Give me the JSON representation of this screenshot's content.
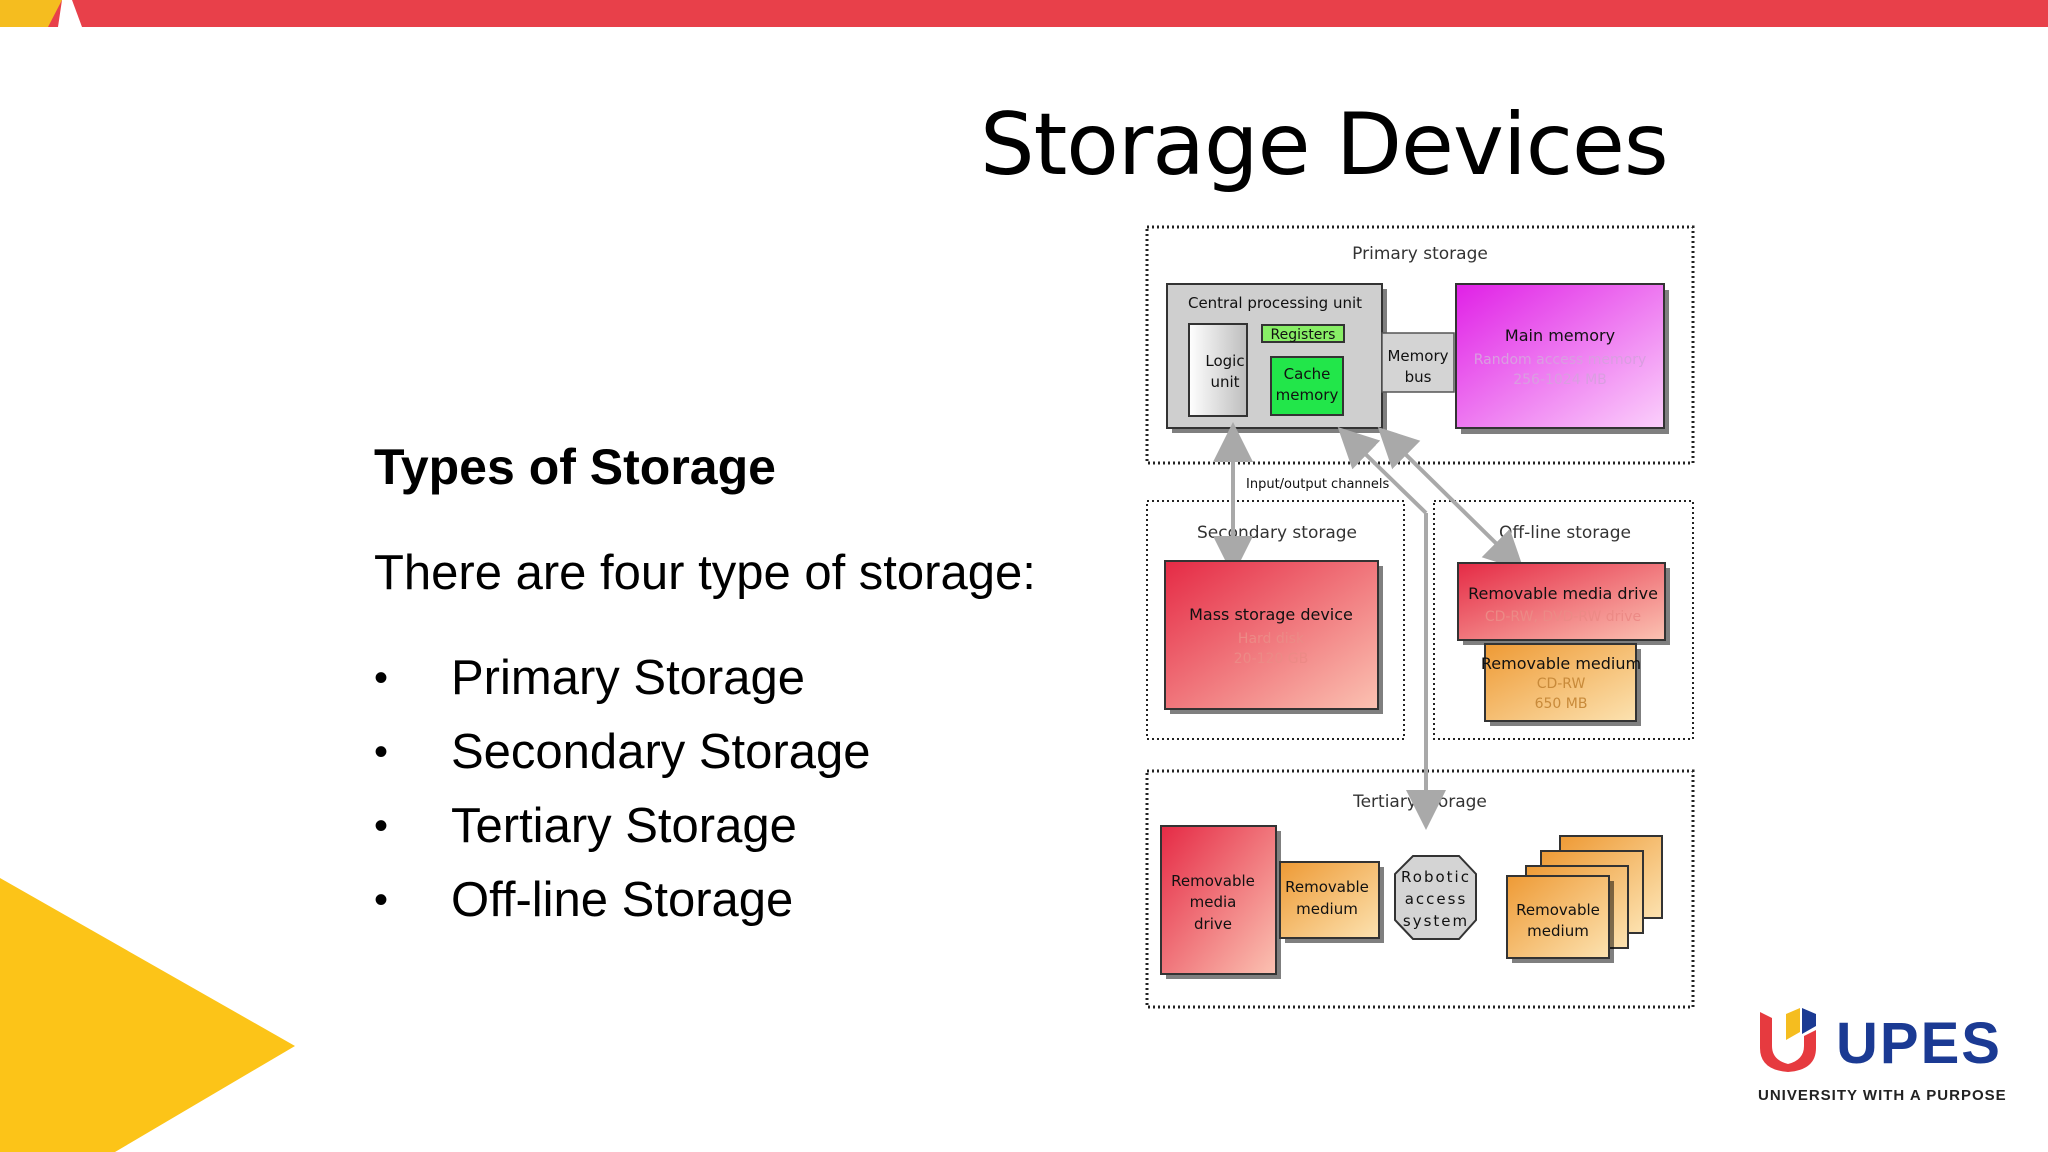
{
  "slide": {
    "title": "Storage Devices",
    "subheading": "Types of Storage",
    "intro": "There are four type of storage:",
    "bullets": [
      "Primary Storage",
      "Secondary Storage",
      "Tertiary Storage",
      "Off-line Storage"
    ],
    "bullet_symbol": "•"
  },
  "diagram": {
    "primary": {
      "label": "Primary storage",
      "cpu": "Central processing unit",
      "registers": "Registers",
      "logic_1": "Logic",
      "logic_2": "unit",
      "cache_1": "Cache",
      "cache_2": "memory",
      "bus_1": "Memory",
      "bus_2": "bus",
      "main_title": "Main memory",
      "main_sub1": "Random access memory",
      "main_sub2": "256-1024 MB"
    },
    "io_label": "Input/output channels",
    "secondary": {
      "label": "Secondary storage",
      "box_title": "Mass storage device",
      "box_sub1": "Hard disk",
      "box_sub2": "20-120 GB"
    },
    "offline": {
      "label": "Off-line storage",
      "drive_title": "Removable media drive",
      "drive_sub": "CD-RW, DVD-RW drive",
      "medium_title": "Removable medium",
      "medium_sub1": "CD-RW",
      "medium_sub2": "650 MB"
    },
    "tertiary": {
      "label": "Tertiary storage",
      "drive_1": "Removable",
      "drive_2": "media",
      "drive_3": "drive",
      "medium_1": "Removable",
      "medium_2": "medium",
      "robot_1": "Robotic",
      "robot_2": "access",
      "robot_3": "system",
      "stack_1": "Removable",
      "stack_2": "medium"
    }
  },
  "logo": {
    "name": "UPES",
    "tagline": "UNIVERSITY WITH A PURPOSE"
  },
  "colors": {
    "top_bar": "#e8404a",
    "top_accent": "#f5bd1f",
    "corner_yellow": "#fcc418",
    "logo_blue": "#1b3a93",
    "logo_red": "#e63a3f",
    "main_memory": "#e336e8",
    "mass_storage": "#e8485c",
    "medium_orange": "#f0b04e",
    "cache_green": "#22e64a"
  }
}
